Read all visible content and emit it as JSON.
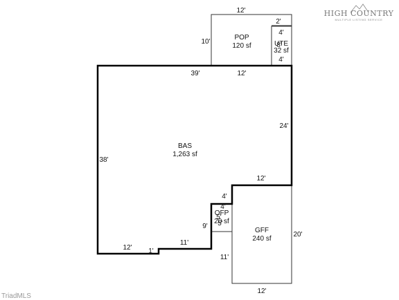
{
  "logo": {
    "name": "HIGH COUNTRY",
    "subtitle": "MULTIPLE LISTING SERVICE"
  },
  "watermark": "TriadMLS",
  "areas": {
    "bas": {
      "name": "BAS",
      "size": "1,263 sf"
    },
    "pop": {
      "name": "POP",
      "size": "120 sf"
    },
    "ute": {
      "name": "UTE",
      "size": "32 sf"
    },
    "gff": {
      "name": "GFF",
      "size": "240 sf"
    },
    "ofp": {
      "name": "OFP",
      "size": "20 sf"
    }
  },
  "dimensions": {
    "bas_top_left": "39'",
    "bas_top_right": "12'",
    "bas_right": "24'",
    "bas_left": "38'",
    "bas_step": "12'",
    "bas_notch_top": "4'",
    "bas_bottom_left": "12'",
    "bas_bottom_jog": "1'",
    "bas_bottom_mid": "11'",
    "bas_left_of_ofp": "9'",
    "pop_top": "12'",
    "pop_left": "10'",
    "ute_top": "2'",
    "ute_upper": "4'",
    "ute_side": "8'",
    "ute_lower": "4'",
    "ofp_top": "4'",
    "ofp_side_a": "5'",
    "ofp_side_b": "5'",
    "gff_right": "20'",
    "gff_left": "11'",
    "gff_bottom": "12'"
  }
}
